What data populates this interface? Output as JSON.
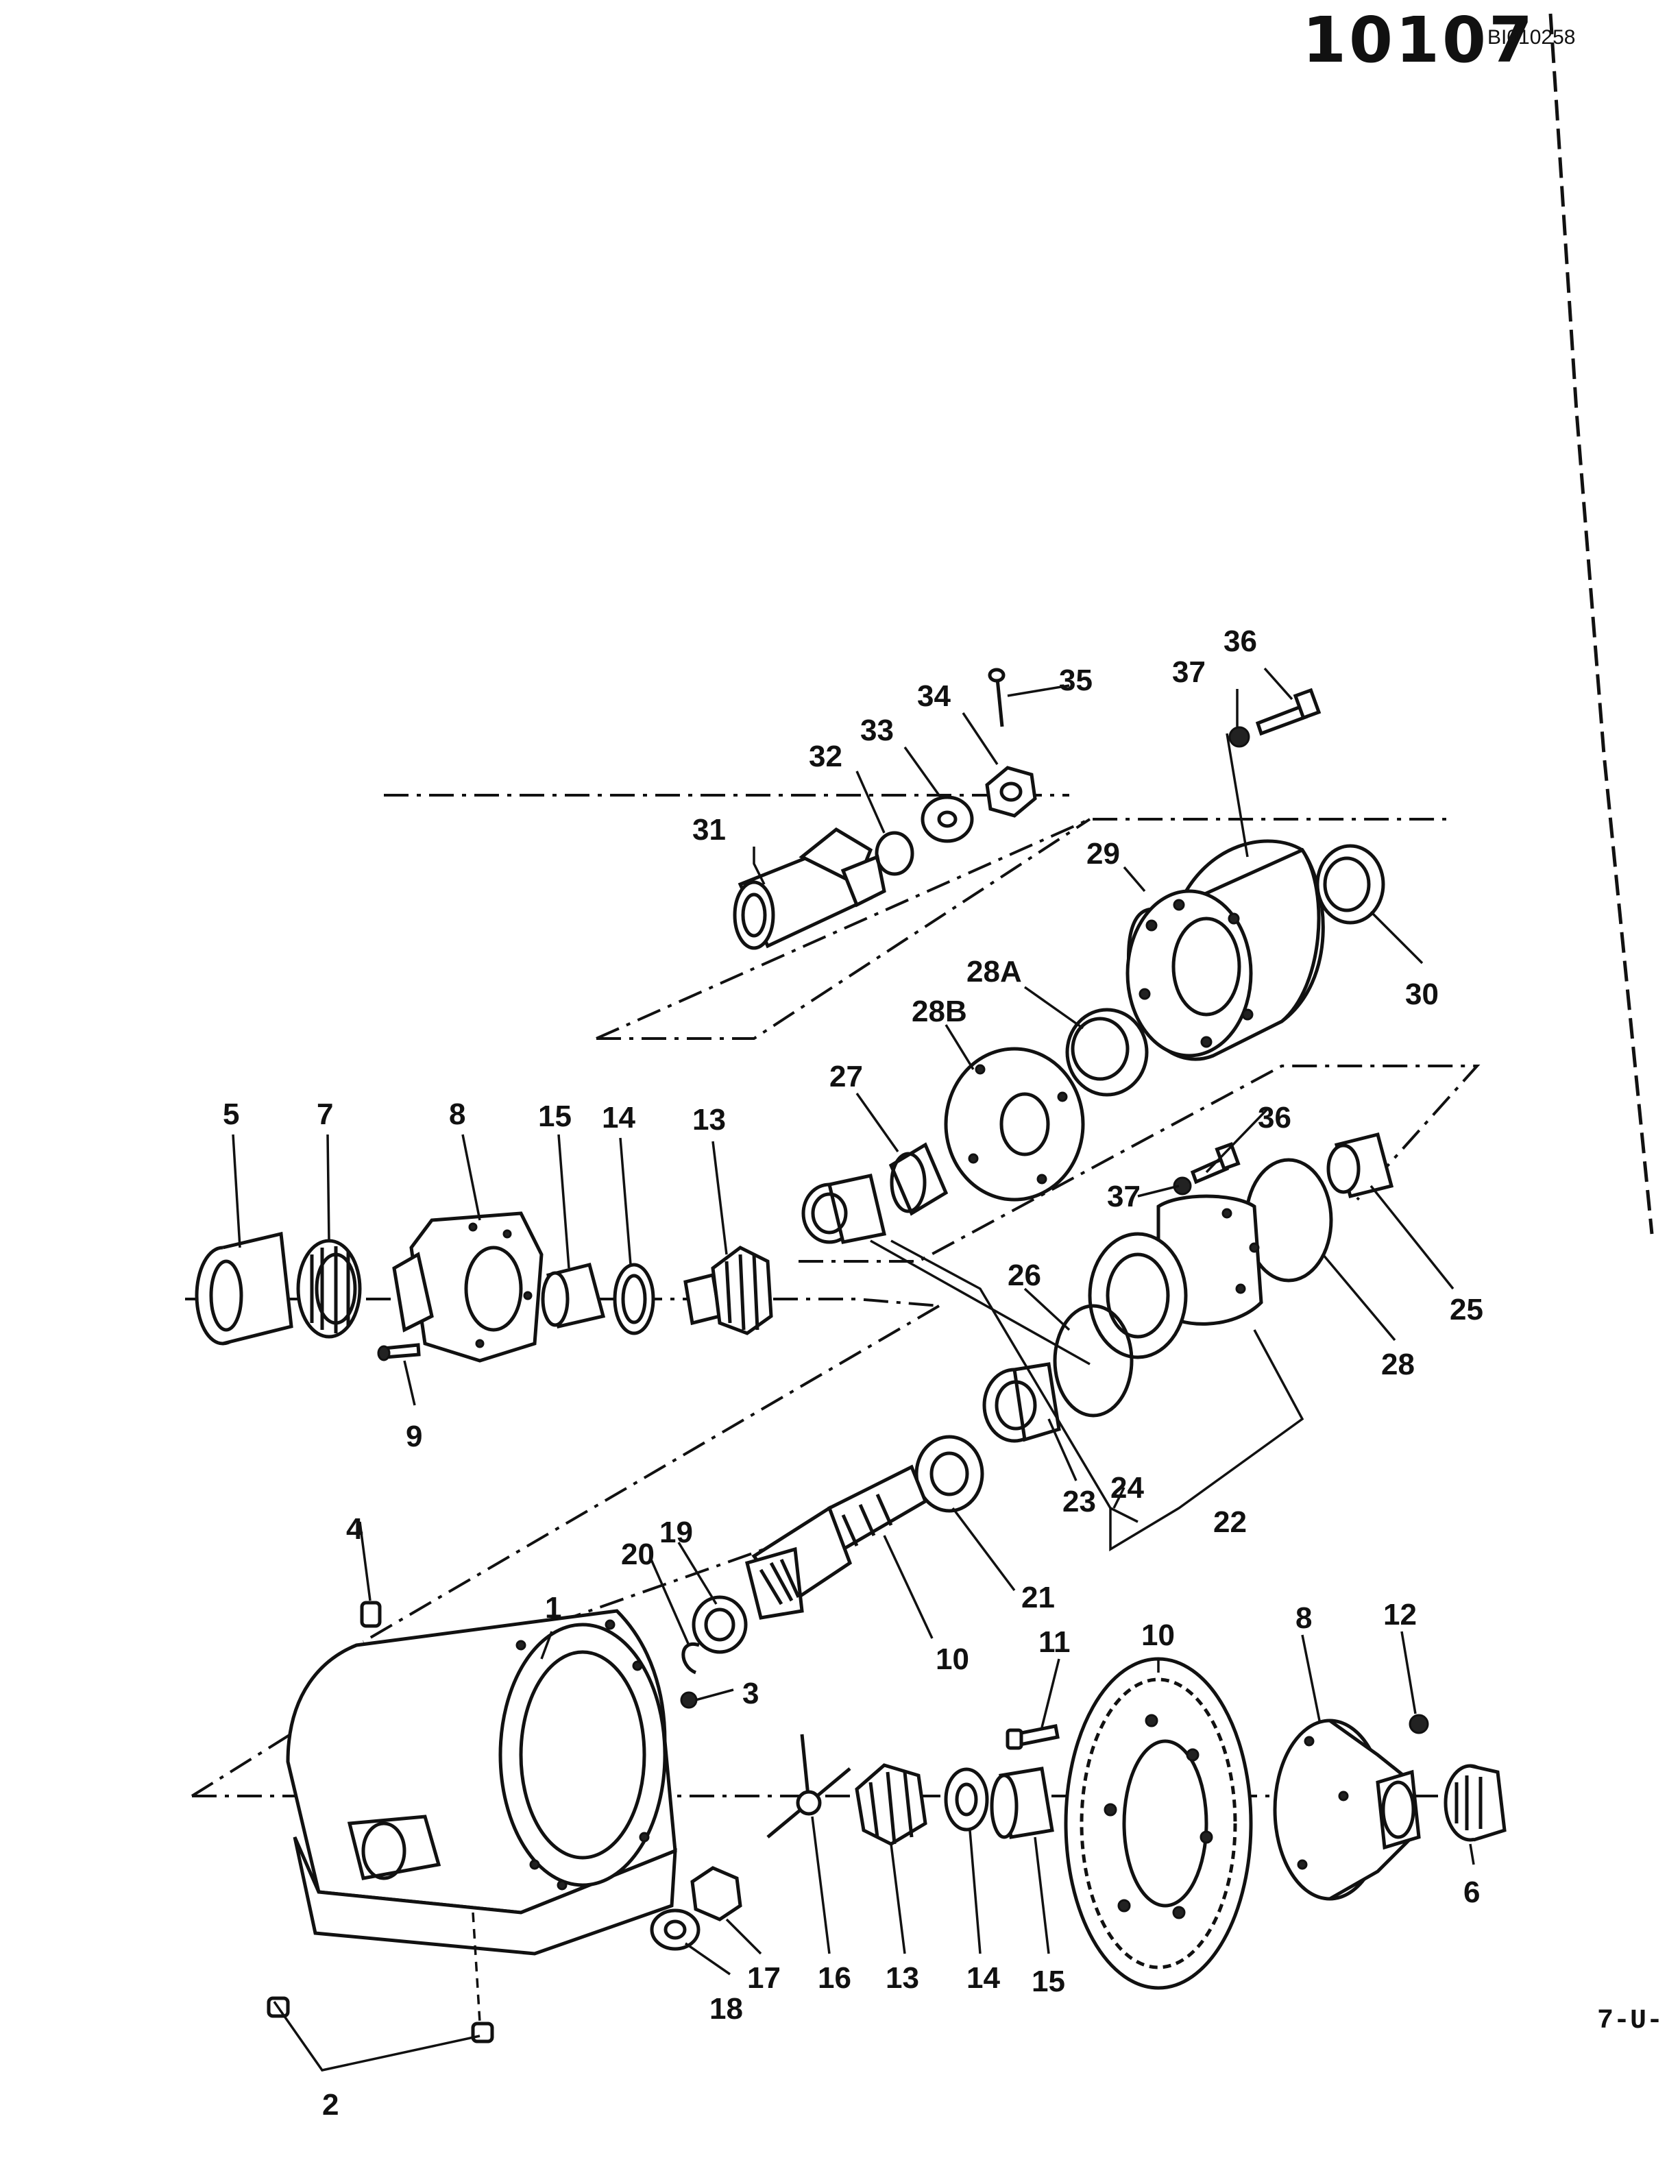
{
  "header": {
    "figure_number": "10107",
    "document_id": "BI010258"
  },
  "footer": {
    "page_ref": "7-U-"
  },
  "callouts": {
    "c1": "1",
    "c2": "2",
    "c3": "3",
    "c4": "4",
    "c5": "5",
    "c6": "6",
    "c7": "7",
    "c8a": "8",
    "c8b": "8",
    "c9": "9",
    "c10a": "10",
    "c10b": "10",
    "c11": "11",
    "c12": "12",
    "c13a": "13",
    "c13b": "13",
    "c14a": "14",
    "c14b": "14",
    "c15a": "15",
    "c15b": "15",
    "c16": "16",
    "c17": "17",
    "c18": "18",
    "c19": "19",
    "c20": "20",
    "c21": "21",
    "c22": "22",
    "c23": "23",
    "c24": "24",
    "c25": "25",
    "c26": "26",
    "c27": "27",
    "c28": "28",
    "c28a": "28A",
    "c28b": "28B",
    "c29": "29",
    "c30": "30",
    "c31": "31",
    "c32": "32",
    "c33": "33",
    "c34": "34",
    "c35": "35",
    "c36a": "36",
    "c36b": "36",
    "c37a": "37",
    "c37b": "37"
  }
}
